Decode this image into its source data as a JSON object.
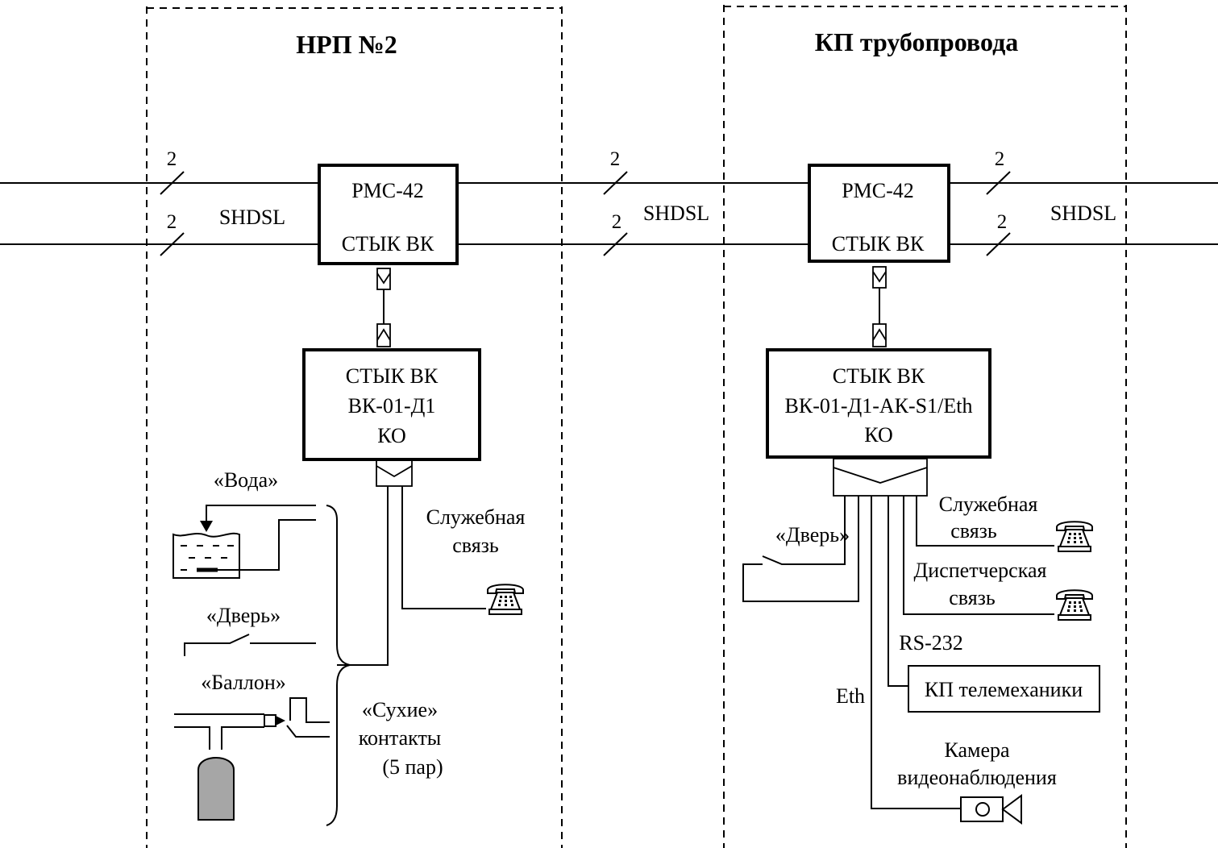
{
  "zones": {
    "left_title": "НРП №2",
    "right_title": "КП трубопровода"
  },
  "links": {
    "pair_count": "2",
    "shdsl": "SHDSL"
  },
  "left": {
    "rms": {
      "line1": "РМС-42",
      "line2": "СТЫК ВК"
    },
    "vk": {
      "line1": "СТЫК ВК",
      "line2": "ВК-01-Д1",
      "line3": "КО"
    },
    "water": "«Вода»",
    "door": "«Дверь»",
    "cylinder": "«Баллон»",
    "service_line1": "Служебная",
    "service_line2": "связь",
    "dry_line1": "«Сухие»",
    "dry_line2": "контакты",
    "dry_line3": "(5 пар)"
  },
  "right": {
    "rms": {
      "line1": "РМС-42",
      "line2": "СТЫК ВК"
    },
    "vk": {
      "line1": "СТЫК ВК",
      "line2": "ВК-01-Д1-АК-S1/Eth",
      "line3": "КО"
    },
    "door": "«Дверь»",
    "service_line1": "Служебная",
    "service_line2": "связь",
    "dispatch_line1": "Диспетчерская",
    "dispatch_line2": "связь",
    "rs232": "RS-232",
    "telemech": "КП телемеханики",
    "eth": "Eth",
    "camera_line1": "Камера",
    "camera_line2": "видеонаблюдения"
  },
  "icons": [
    "telephone-icon",
    "video-camera-icon",
    "connector-icon",
    "water-tank-icon",
    "gas-cylinder-icon",
    "switch-contact-icon"
  ]
}
